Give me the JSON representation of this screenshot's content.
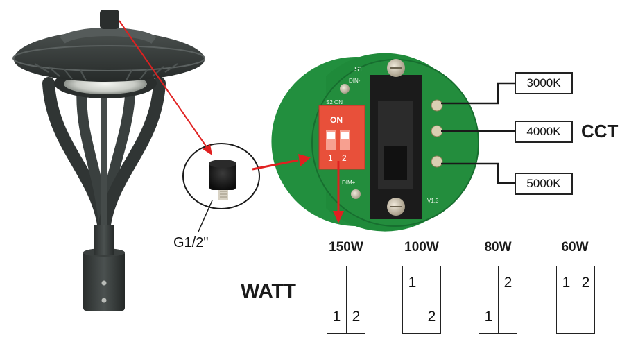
{
  "cct": {
    "title": "CCT",
    "options": [
      "3000K",
      "4000K",
      "5000K"
    ]
  },
  "thread_label": "G1/2\"",
  "pcb": {
    "dip_label": "ON",
    "dip_numbers": [
      "1",
      "2"
    ],
    "s1": "S1",
    "s2": "S2 ON",
    "din": "DIN-",
    "dim": "DIM+",
    "version": "V1.3"
  },
  "watt": {
    "title": "WATT",
    "settings": [
      {
        "label": "150W",
        "top": [
          "",
          ""
        ],
        "bottom": [
          "1",
          "2"
        ]
      },
      {
        "label": "100W",
        "top": [
          "1",
          ""
        ],
        "bottom": [
          "",
          "2"
        ]
      },
      {
        "label": "80W",
        "top": [
          "",
          "2"
        ],
        "bottom": [
          "1",
          ""
        ]
      },
      {
        "label": "60W",
        "top": [
          "1",
          "2"
        ],
        "bottom": [
          "",
          ""
        ]
      }
    ]
  },
  "colors": {
    "arrow": "#e02020",
    "lamp_body": "#2f3433",
    "pcb_green": "#1f8a3a",
    "dip_red": "#e8503a"
  }
}
